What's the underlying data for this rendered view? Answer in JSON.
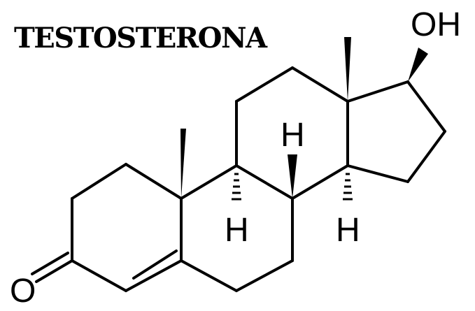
{
  "title": "TESTOSTERONA",
  "atoms": {
    "hydroxyl": "OH",
    "ketone_oxygen": "O",
    "h_c8": "H",
    "h_c9": "H",
    "h_c14": "H"
  },
  "colors": {
    "line": "#000000",
    "background": "#ffffff"
  }
}
